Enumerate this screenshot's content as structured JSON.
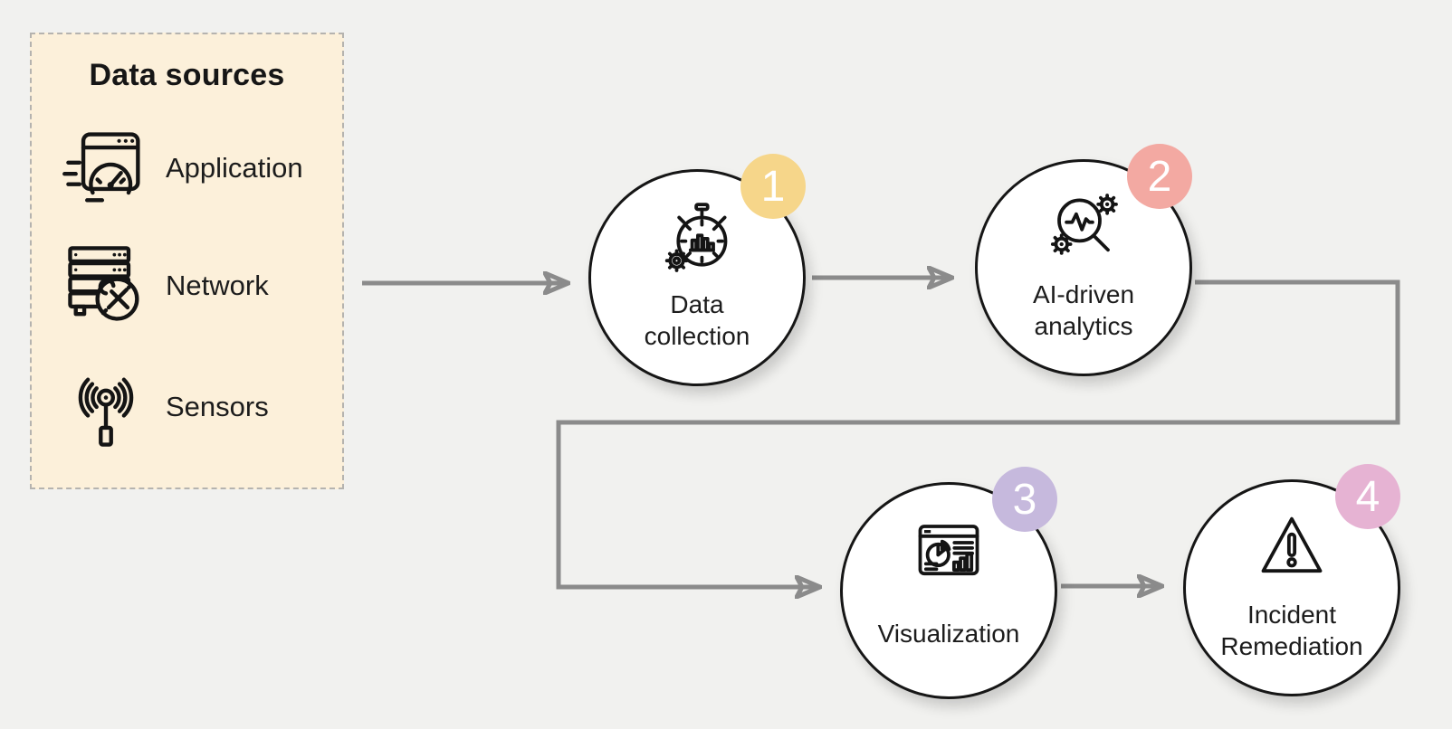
{
  "canvas": {
    "bg": "#f1f1ef"
  },
  "connectors": {
    "color": "#8b8b8b"
  },
  "data_sources": {
    "title": "Data sources",
    "panel_bg": "#fcf0da",
    "items": [
      {
        "label": "Application",
        "icon": "application-icon"
      },
      {
        "label": "Network",
        "icon": "network-icon"
      },
      {
        "label": "Sensors",
        "icon": "sensors-icon"
      }
    ]
  },
  "steps": [
    {
      "number": "1",
      "badge_color": "#f6d68a",
      "icon": "stopwatch-chart-icon",
      "label_lines": [
        "Data",
        "collection"
      ]
    },
    {
      "number": "2",
      "badge_color": "#f3a9a2",
      "icon": "magnifier-gears-icon",
      "label_lines": [
        "AI-driven",
        "analytics"
      ]
    },
    {
      "number": "3",
      "badge_color": "#c6b9dd",
      "icon": "dashboard-icon",
      "label_lines": [
        "Visualization"
      ]
    },
    {
      "number": "4",
      "badge_color": "#e6b3d3",
      "icon": "warning-triangle-icon",
      "label_lines": [
        "Incident",
        "Remediation"
      ]
    }
  ]
}
